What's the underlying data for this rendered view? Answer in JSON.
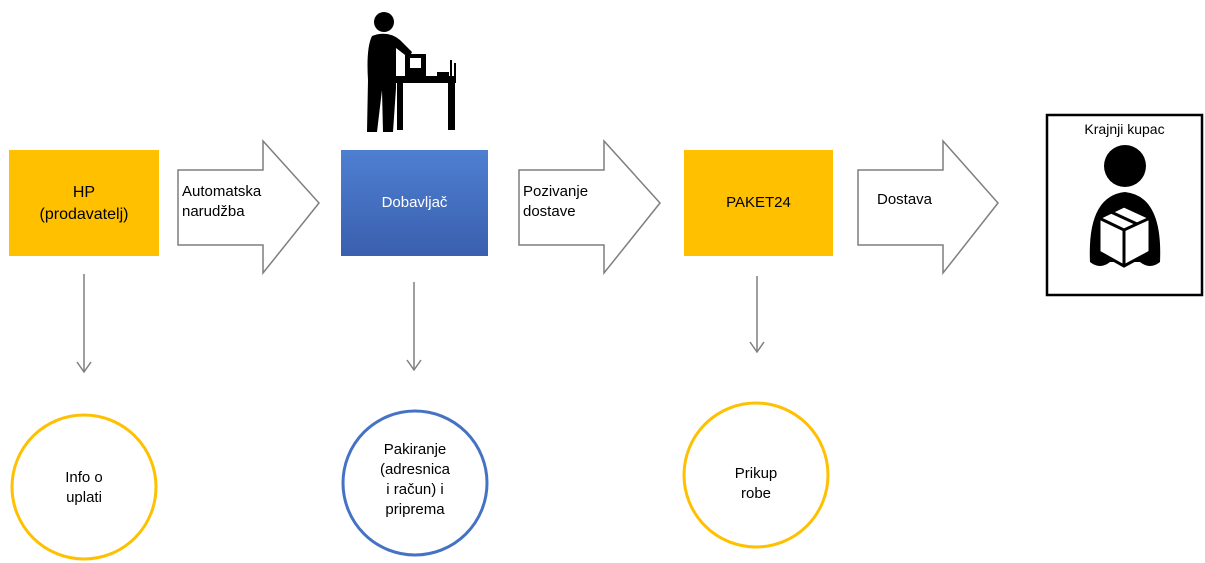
{
  "nodes": {
    "seller": {
      "label": "HP\n(prodavatelj)",
      "fill": "#FFC000"
    },
    "supplier": {
      "label": "Dobavljač",
      "fill": "#4472C4"
    },
    "courier": {
      "label": "PAKET24",
      "fill": "#FFC000"
    },
    "customer": {
      "label": "Krajnji kupac"
    }
  },
  "flows": {
    "order": {
      "label": "Automatska\nnarudžba"
    },
    "pickup_call": {
      "label": "Pozivanje\ndostave"
    },
    "delivery": {
      "label": "Dostava"
    }
  },
  "notes": {
    "payment_info": {
      "label": "Info o\nuplati",
      "border": "#FFC000"
    },
    "packing": {
      "label": "Pakiranje\n(adresnica\ni račun) i\npriprema",
      "border": "#4472C4"
    },
    "goods_pickup": {
      "label": "Prikup\nrobe",
      "border": "#FFC000"
    }
  },
  "icons": {
    "worker": "worker-at-desk-icon",
    "customer": "person-with-box-icon"
  },
  "colors": {
    "arrow_stroke": "#7F7F7F",
    "connector": "#7F7F7F"
  }
}
